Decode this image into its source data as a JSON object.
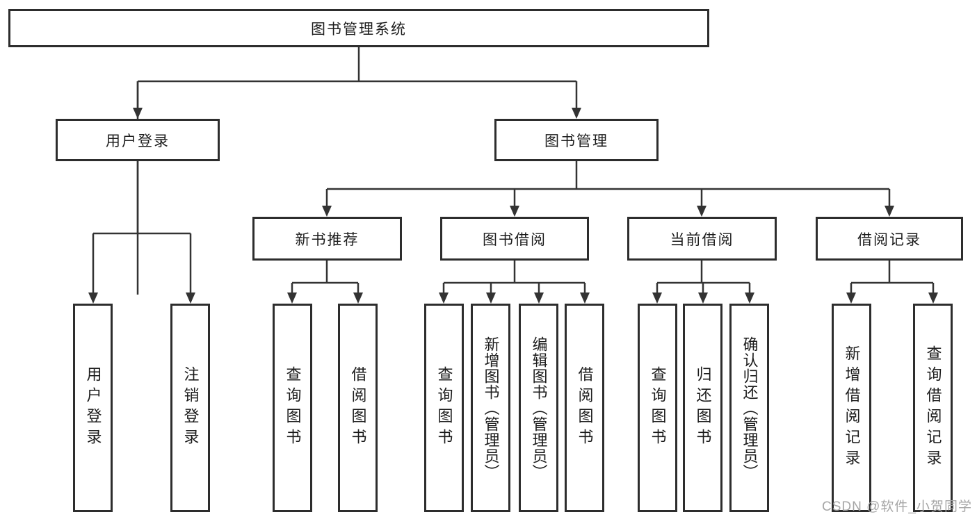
{
  "nodes": {
    "root": "图书管理系统",
    "user_login": "用户登录",
    "book_mgmt": "图书管理",
    "new_book_rec": "新书推荐",
    "book_borrow": "图书借阅",
    "current_borrow": "当前借阅",
    "borrow_records": "借阅记录",
    "leaf_user_login": "用户登录",
    "leaf_logout": "注销登录",
    "leaf_nbr_query": "查询图书",
    "leaf_nbr_borrow": "借阅图书",
    "leaf_bb_query": "查询图书",
    "leaf_bb_add": "新增图书（管理员）",
    "leaf_bb_edit": "编辑图书（管理员）",
    "leaf_bb_borrow": "借阅图书",
    "leaf_cb_query": "查询图书",
    "leaf_cb_return": "归还图书",
    "leaf_cb_confirm": "确认归还（管理员）",
    "leaf_br_add": "新增借阅记录",
    "leaf_br_query": "查询借阅记录"
  },
  "watermark": "CSDN @软件_小贺同学",
  "colors": {
    "line": "#333333",
    "box_border": "#2d2d2d",
    "text": "#1c1c1c",
    "watermark": "#a6a6a6",
    "background": "#ffffff"
  }
}
